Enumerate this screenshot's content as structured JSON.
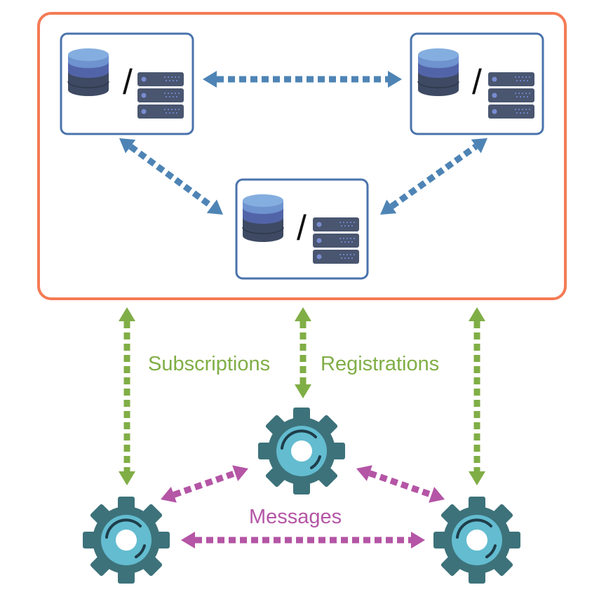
{
  "labels": {
    "subscriptions": "Subscriptions",
    "registrations": "Registrations",
    "messages": "Messages",
    "node_separator": "/"
  },
  "colors": {
    "cluster_border": "#F47B55",
    "node_border": "#4A73AC",
    "cluster_arrow": "#4E84B5",
    "registry_arrow": "#80AE46",
    "message_arrow": "#B455A5",
    "gear_outer": "#3D727A",
    "gear_inner": "#63BCD0",
    "gear_arc": "#1F3D4A",
    "db_top": "#7BA7DB",
    "db_middle": "#5264A8",
    "db_bottom": "#3E4A63",
    "server": "#4A5670",
    "server_led": "#7A8CD0"
  },
  "icons": {
    "node": [
      "database-icon",
      "server-rack-icon"
    ],
    "service": "gear-icon"
  }
}
